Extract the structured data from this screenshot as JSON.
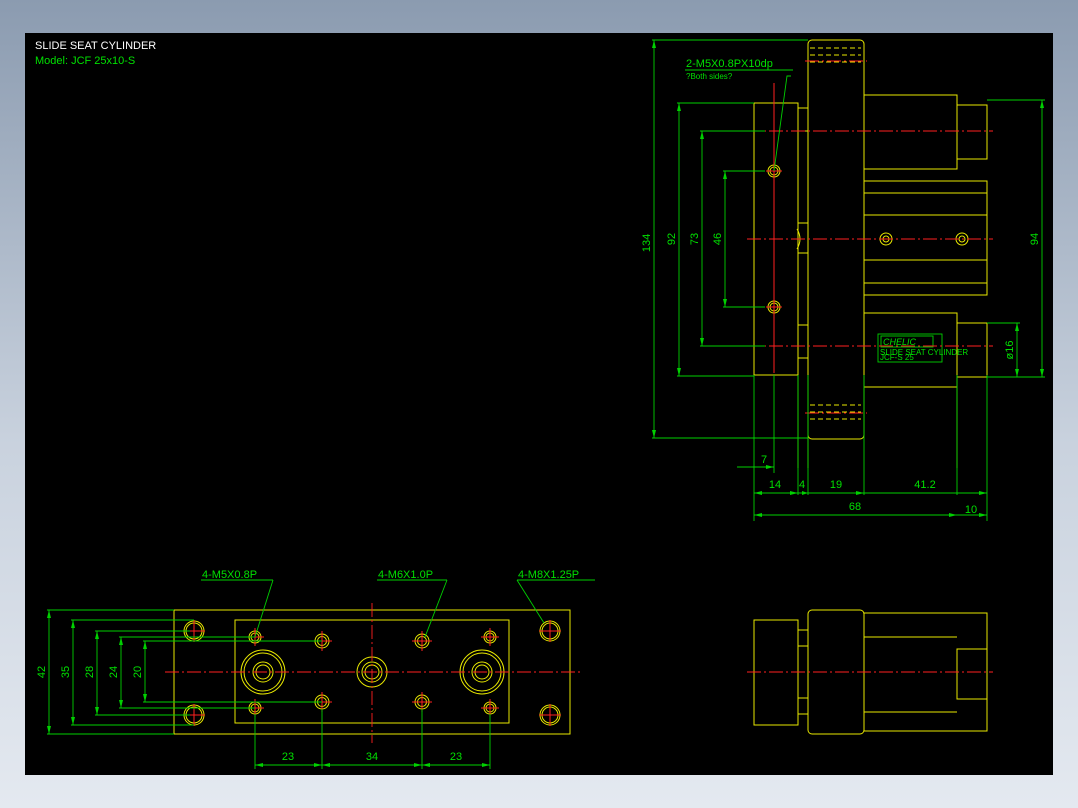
{
  "title": {
    "line1": "SLIDE SEAT CYLINDER",
    "line2": "Model:  JCF 25x10-S"
  },
  "colors": {
    "background": "#000000",
    "outline": "#ffff00",
    "dimension": "#00ff00",
    "centerline": "#ff0000",
    "title_white": "#ffffff"
  },
  "right_view": {
    "callout_thread": "2-M5X0.8PX10dp",
    "callout_note": "?Both sides?",
    "dim_134": "134",
    "dim_92": "92",
    "dim_73": "73",
    "dim_46": "46",
    "dim_94": "94",
    "dim_d16": "ø16",
    "dim_7": "7",
    "dim_14": "14",
    "dim_4": "4",
    "dim_19": "19",
    "dim_41_2": "41.2",
    "dim_68": "68",
    "dim_10": "10",
    "logo_brand": "CHELIC",
    "logo_sub1": "SLIDE SEAT CYLINDER",
    "logo_sub2": "JCF-S 25"
  },
  "bottom_view": {
    "callout_m5": "4-M5X0.8P",
    "callout_m6": "4-M6X1.0P",
    "callout_m8": "4-M8X1.25P",
    "dim_42": "42",
    "dim_35": "35",
    "dim_28": "28",
    "dim_24": "24",
    "dim_20": "20",
    "dim_23a": "23",
    "dim_34": "34",
    "dim_23b": "23"
  }
}
